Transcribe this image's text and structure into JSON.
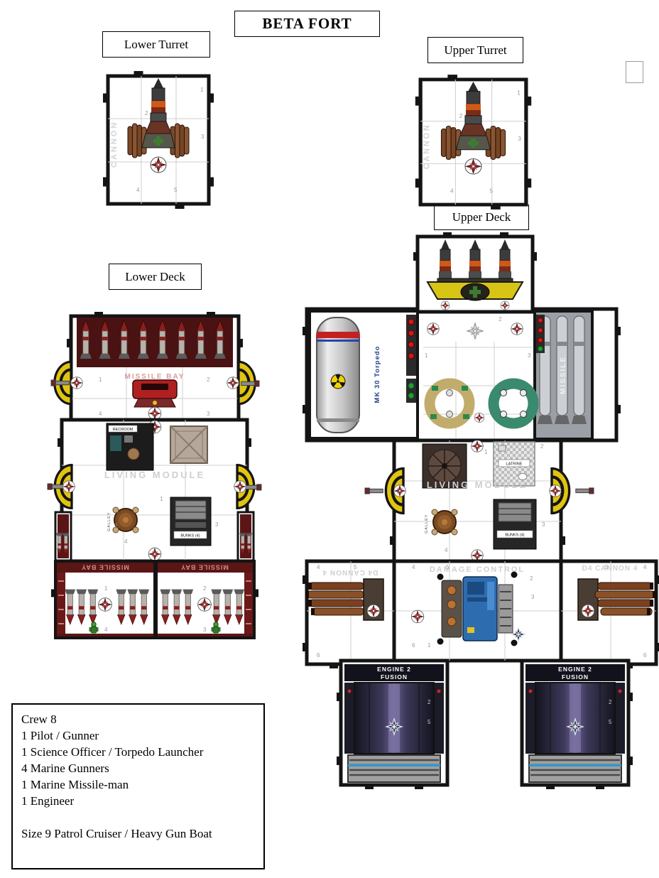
{
  "page_title": "BETA FORT",
  "section_labels": {
    "lower_turret": "Lower Turret",
    "upper_turret": "Upper Turret",
    "upper_deck": "Upper Deck",
    "lower_deck": "Lower Deck"
  },
  "nums": {
    "n1": "1",
    "n2": "2",
    "n3": "3",
    "n4": "4",
    "n5": "5",
    "n6": "6"
  },
  "tile_labels": {
    "cannon": "CANNON",
    "missile_bay": "MISSILE BAY",
    "living_module": "LIVING MODULE",
    "recroom": "RECROOM",
    "galley": "GALLEY",
    "bunks": "BUNKS (4)",
    "latrine": "LATRINE",
    "damage_control": "DAMAGE CONTROL",
    "cannon_d4": "D4 CANNON 4",
    "missile": "MISSILE",
    "torpedo": "MK 30 Torpedo",
    "engine_line1": "ENGINE 2",
    "engine_line2": "FUSION"
  },
  "crew_info": {
    "lines": [
      "Crew 8",
      "1 Pilot / Gunner",
      "1 Science Officer / Torpedo Launcher",
      "4 Marine Gunners",
      "1 Marine Missile-man",
      "1 Engineer"
    ],
    "size_line": "Size 9 Patrol Cruiser / Heavy Gun Boat"
  }
}
